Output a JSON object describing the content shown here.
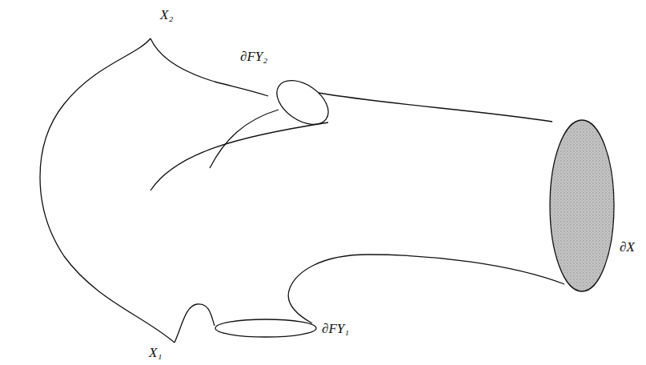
{
  "diagram": {
    "labels": [
      "X₂",
      "∂FY₂",
      "∂X",
      "X₁",
      "∂FY₁"
    ]
  }
}
